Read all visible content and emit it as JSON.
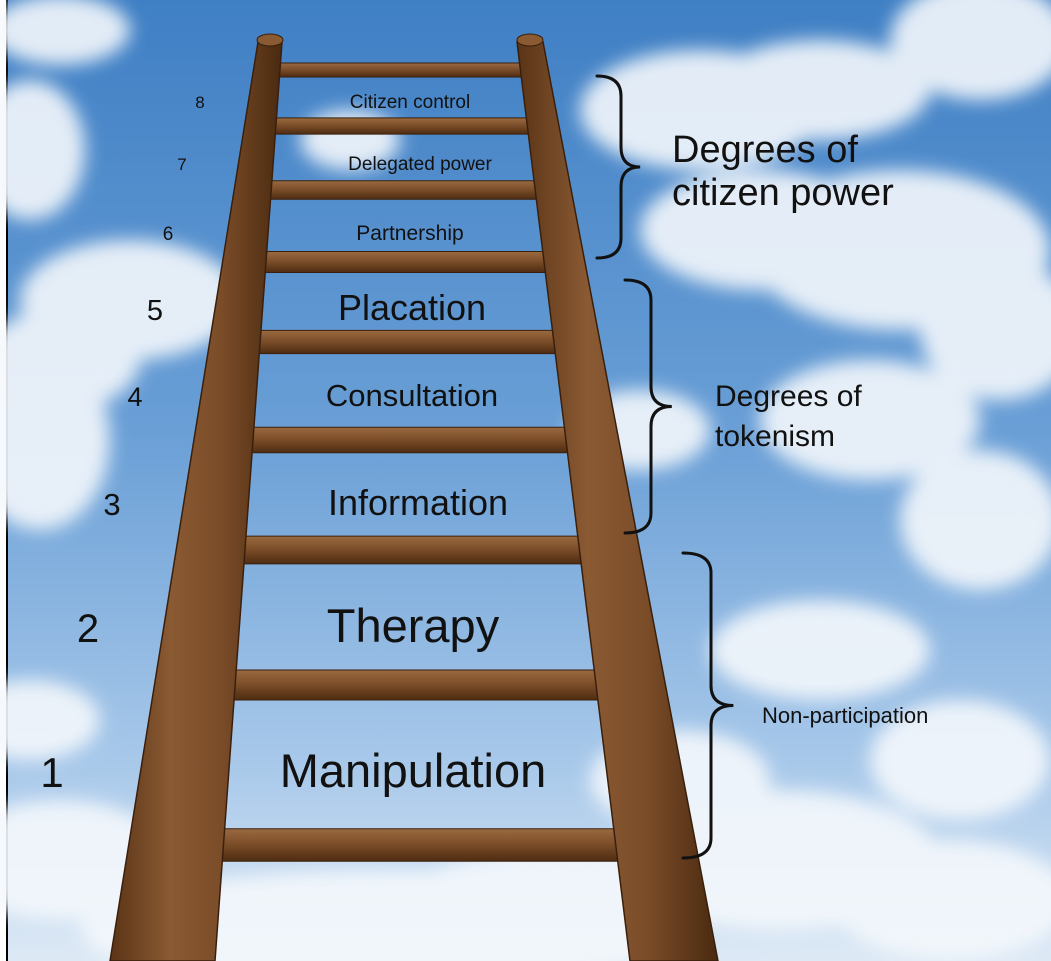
{
  "diagram": {
    "rungs": [
      {
        "number": "8",
        "label": "Citizen control"
      },
      {
        "number": "7",
        "label": "Delegated power"
      },
      {
        "number": "6",
        "label": "Partnership"
      },
      {
        "number": "5",
        "label": "Placation"
      },
      {
        "number": "4",
        "label": "Consultation"
      },
      {
        "number": "3",
        "label": "Information"
      },
      {
        "number": "2",
        "label": "Therapy"
      },
      {
        "number": "1",
        "label": "Manipulation"
      }
    ],
    "groups": [
      {
        "lines": [
          "Degrees of",
          "citizen power"
        ]
      },
      {
        "lines": [
          "Degrees of",
          "tokenism"
        ]
      },
      {
        "lines": [
          "Non-participation"
        ]
      }
    ]
  }
}
